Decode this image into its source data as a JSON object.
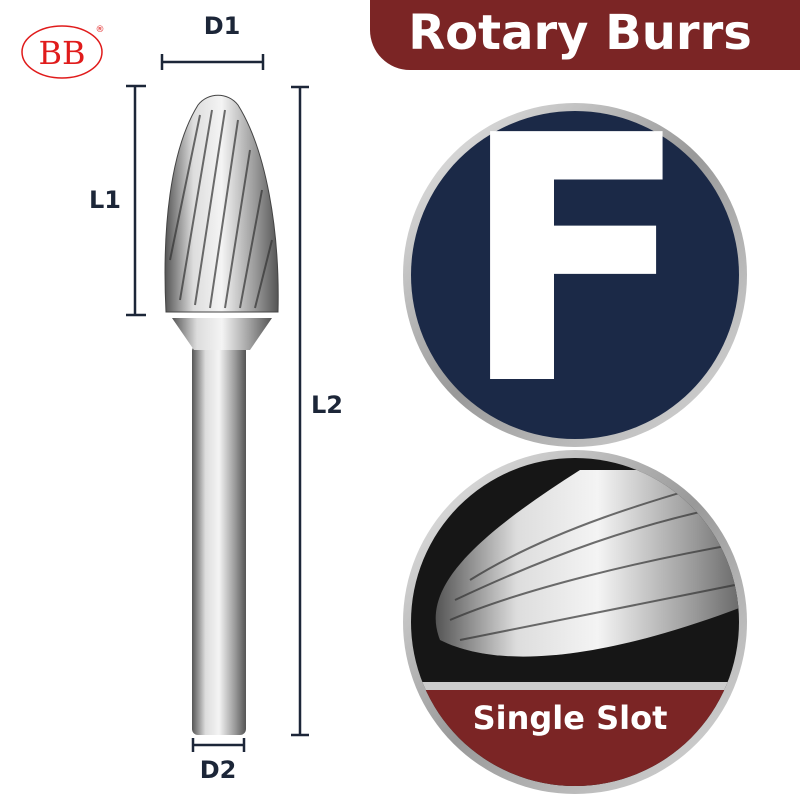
{
  "brand": {
    "logo_text": "BB",
    "registered": "®"
  },
  "title": "Rotary Burrs",
  "shape_letter": "F",
  "feature_label": "Single Slot",
  "dimensions": {
    "d1": "D1",
    "d2": "D2",
    "l1": "L1",
    "l2": "L2"
  },
  "colors": {
    "banner": "#7b2525",
    "navy": "#1b2947",
    "dimension": "#1c2638",
    "logo_red": "#e01b1b"
  }
}
